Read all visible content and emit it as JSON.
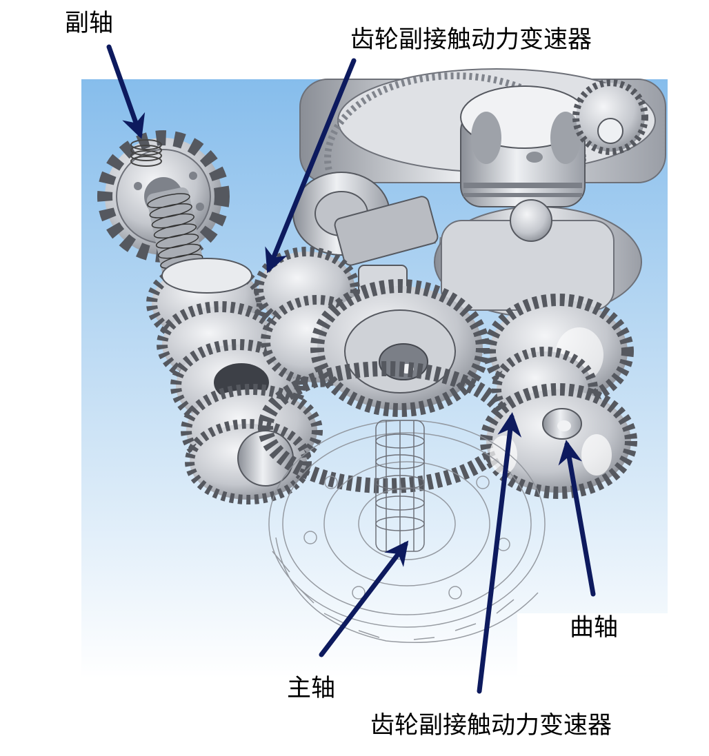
{
  "labels": {
    "countershaft": "副轴",
    "gear_transmission_top": "齿轮副接触动力变速器",
    "crankshaft": "曲轴",
    "mainshaft": "主轴",
    "gear_transmission_bottom": "齿轮副接触动力变速器"
  },
  "colors": {
    "arrow": "#0d1a5e",
    "background_top": "#8ec3ee",
    "background_bottom": "#ffffff",
    "metal": "#c9cbd0",
    "metal_dark": "#7c7f86",
    "metal_light": "#f2f3f5"
  }
}
